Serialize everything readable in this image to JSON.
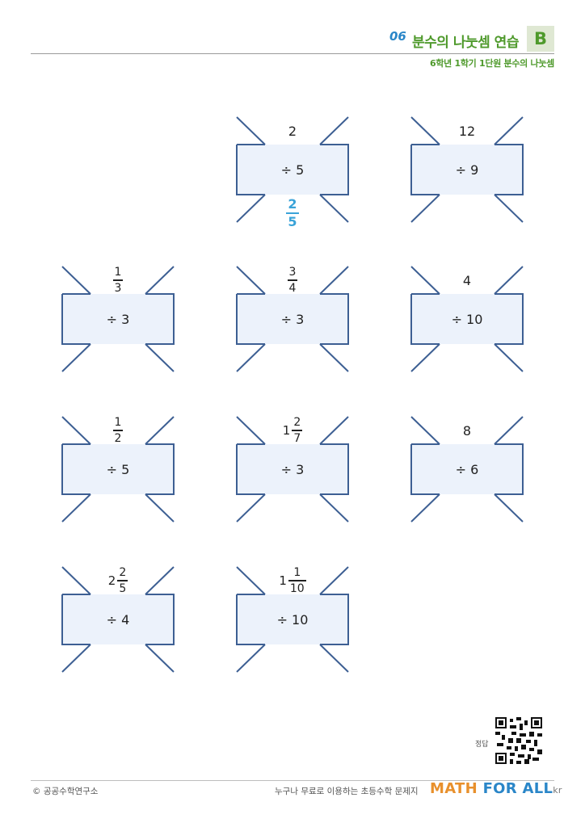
{
  "header": {
    "number": "06",
    "title": "분수의 나눗셈 연습",
    "level": "B",
    "subtitle": "6학년 1학기 1단원 분수의 나눗셈"
  },
  "problems": [
    {
      "id": 1,
      "whole": "2",
      "num": "",
      "den": "",
      "divisor": "÷ 5",
      "ans_num": "2",
      "ans_den": "5"
    },
    {
      "id": 2,
      "whole": "12",
      "num": "",
      "den": "",
      "divisor": "÷ 9"
    },
    {
      "id": 3,
      "whole": "",
      "num": "1",
      "den": "3",
      "divisor": "÷ 3"
    },
    {
      "id": 4,
      "whole": "",
      "num": "3",
      "den": "4",
      "divisor": "÷ 3"
    },
    {
      "id": 5,
      "whole": "4",
      "num": "",
      "den": "",
      "divisor": "÷ 10"
    },
    {
      "id": 6,
      "whole": "",
      "num": "1",
      "den": "2",
      "divisor": "÷ 5"
    },
    {
      "id": 7,
      "whole": "1",
      "num": "2",
      "den": "7",
      "divisor": "÷ 3"
    },
    {
      "id": 8,
      "whole": "8",
      "num": "",
      "den": "",
      "divisor": "÷ 6"
    },
    {
      "id": 9,
      "whole": "2",
      "num": "2",
      "den": "5",
      "divisor": "÷ 4"
    },
    {
      "id": 10,
      "whole": "1",
      "num": "1",
      "den": "10",
      "divisor": "÷ 10"
    }
  ],
  "footer": {
    "copyright": "© 공공수학연구소",
    "tagline": "누구나 무료로 이용하는 초등수학 문제지",
    "logo_a": "MATH ",
    "logo_b": "FOR ALL",
    "logo_kr": "kr",
    "answer_label": "정답"
  },
  "colors": {
    "frame": "#3d5f93",
    "box_fill": "#ecf2fb",
    "answer": "#3aa3d8",
    "title_green": "#4f9a2c",
    "number_blue": "#2a86c8"
  }
}
